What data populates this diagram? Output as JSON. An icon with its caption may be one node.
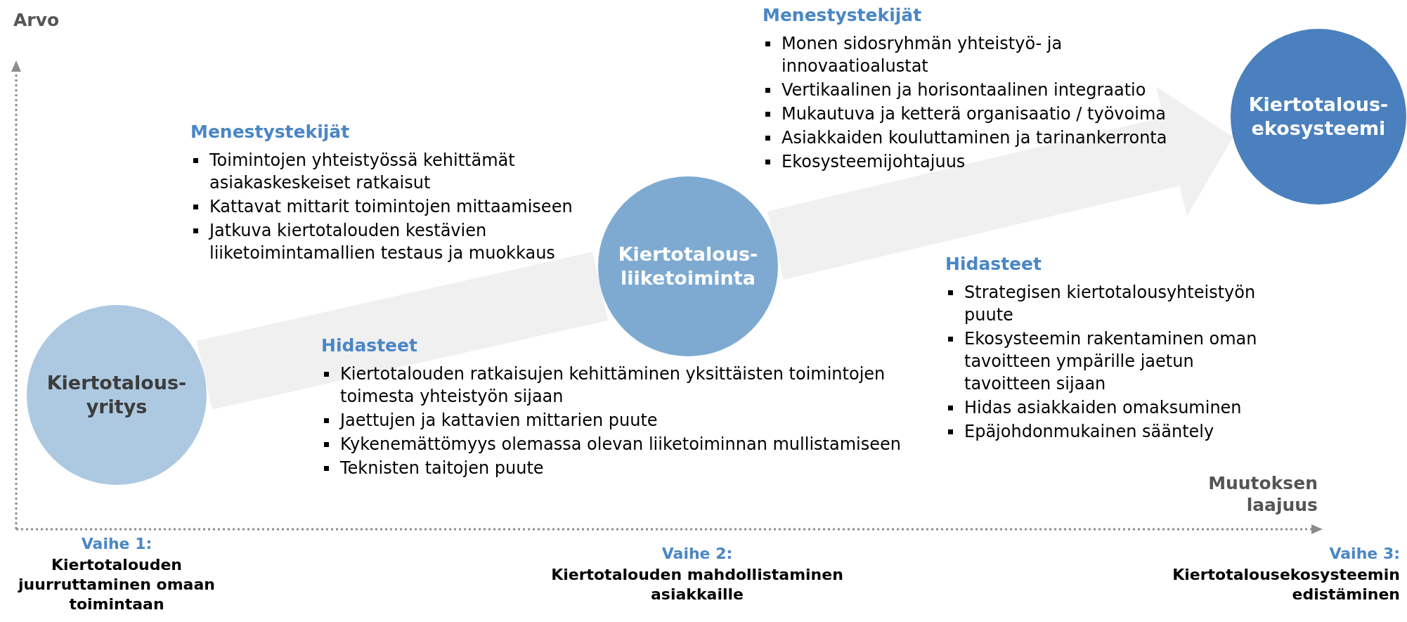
{
  "diagram": {
    "nodes": [
      {
        "text": [
          "Kiertotalous-yritys"
        ]
      },
      {
        "text": [
          "Kiertotalous-liiketoiminta"
        ]
      },
      {
        "text": [
          "Kiertotalous-ekosysteemi"
        ]
      }
    ],
    "edges": [
      {
        "from": 0,
        "to": 1,
        "arrow": "none"
      },
      {
        "from": 1,
        "to": 2,
        "arrow": "to"
      }
    ],
    "labels": [
      "Arvo",
      "Menestystekijät",
      "Monen sidosryhmän yhteistyö- ja innovaatioalustat",
      "Vertikaalinen ja horisontaalinen integraatio",
      "Mukautuva ja ketterä organisaatio / työvoima",
      "Asiakkaiden kouluttaminen ja tarinankerronta",
      "Ekosysteemijohtajuus",
      "Menestystekijät",
      "Toimintojen yhteistyössä kehittämät asiakaskeskeiset ratkaisut",
      "Kattavat mittarit toimintojen mittaamiseen",
      "Jatkuva kiertotalouden kestävien liiketoimintamallien testaus ja muokkaus",
      "Hidasteet",
      "Strategisen kiertotalousyhteistyön puute",
      "Ekosysteemin rakentaminen oman tavoitteen ympärille jaetun tavoitteen sijaan",
      "Hidas asiakkaiden omaksuminen",
      "Epäjohdonmukainen sääntely",
      "Hidasteet",
      "Kiertotalouden ratkaisujen kehittäminen yksittäisten toimintojen toimesta yhteistyön sijaan",
      "Jaettujen ja kattavien mittarien puute",
      "Kykenemättömyys olemassa olevan liiketoiminnan mullistamiseen",
      "Teknisten taitojen puute",
      "Muutoksen laajuus",
      "Vaihe 1:",
      "Kiertotalouden juurruttaminen omaan toimintaan",
      "Vaihe 2:",
      "Kiertotalouden mahdollistaminen asiakkaille",
      "Vaihe 3:",
      "Kiertotalousekosysteemin edistäminen"
    ]
  }
}
